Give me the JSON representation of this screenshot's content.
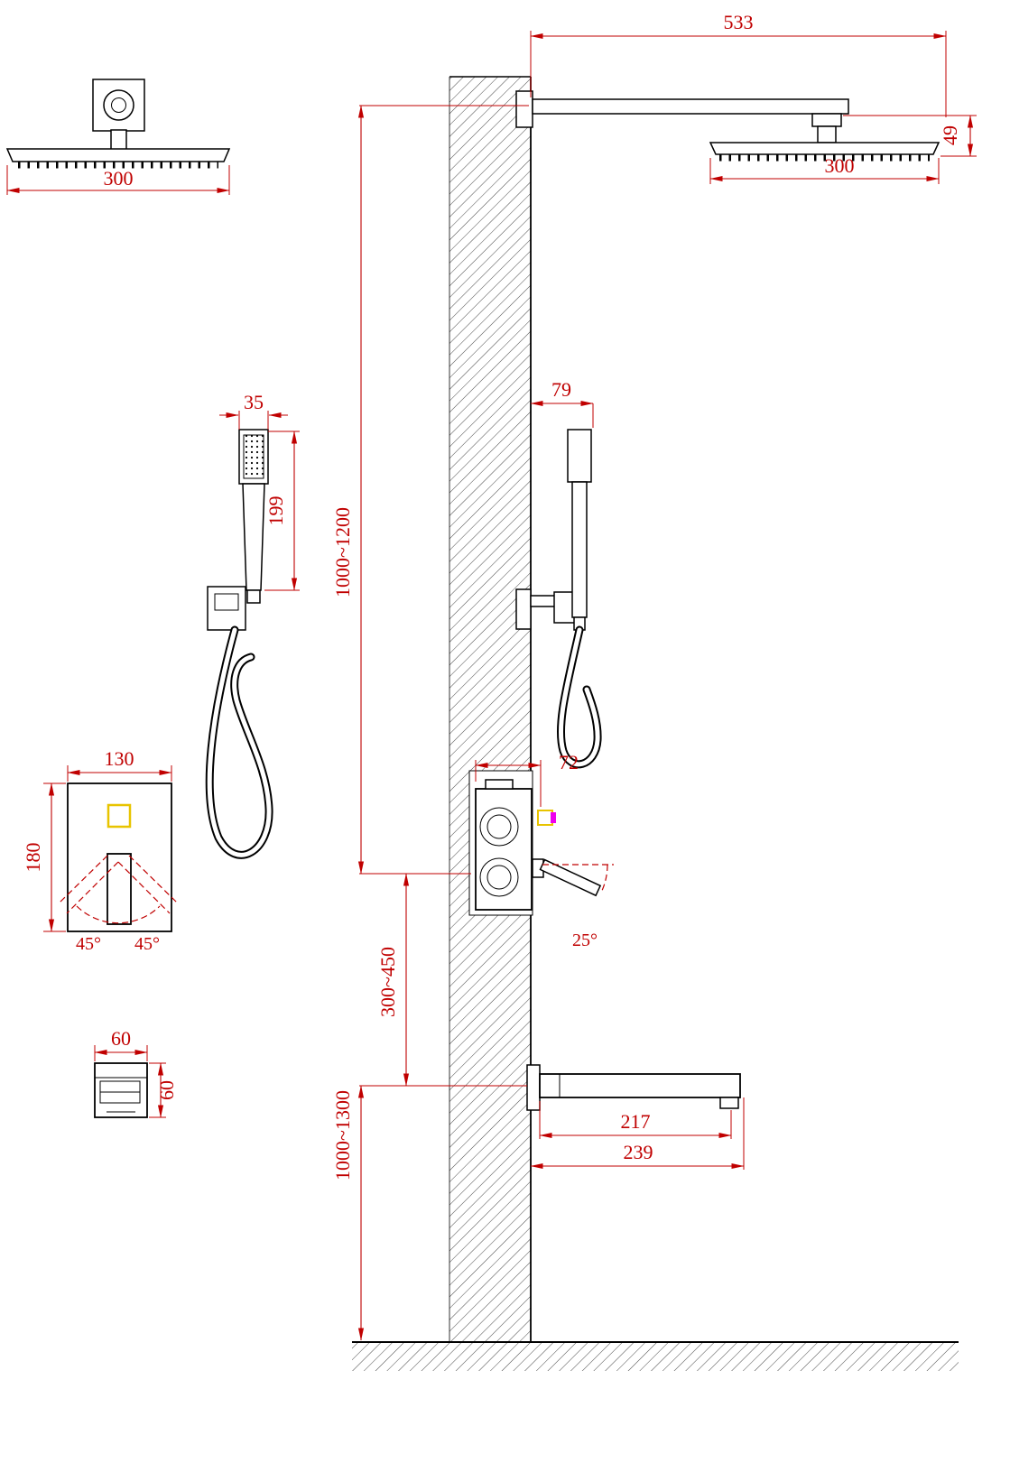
{
  "diagram": {
    "type": "technical-installation-drawing",
    "subject": "wall-mounted-shower-system-dimension-drawing",
    "colors": {
      "object_line": "#000000",
      "dimension": "#c00000",
      "indicator_yellow": "#e8c400",
      "indicator_magenta": "#ee00ee"
    },
    "dimensions": {
      "arm_length": "533",
      "head_drop": "49",
      "head_size_side": "300",
      "head_size_front": "300",
      "holder_reach": "79",
      "handshower_width": "35",
      "handshower_length": "199",
      "head_height_range": "1000~1200",
      "valve_plate_width": "130",
      "valve_plate_height": "180",
      "valve_swing_left": "45°",
      "valve_swing_right": "45°",
      "valve_depth": "72",
      "handle_tilt": "25°",
      "valve_to_spout_range": "300~450",
      "spout_reach_inner": "217",
      "spout_reach_total": "239",
      "spout_height_range": "1000~1300",
      "spout_width": "60",
      "spout_height": "60"
    }
  }
}
